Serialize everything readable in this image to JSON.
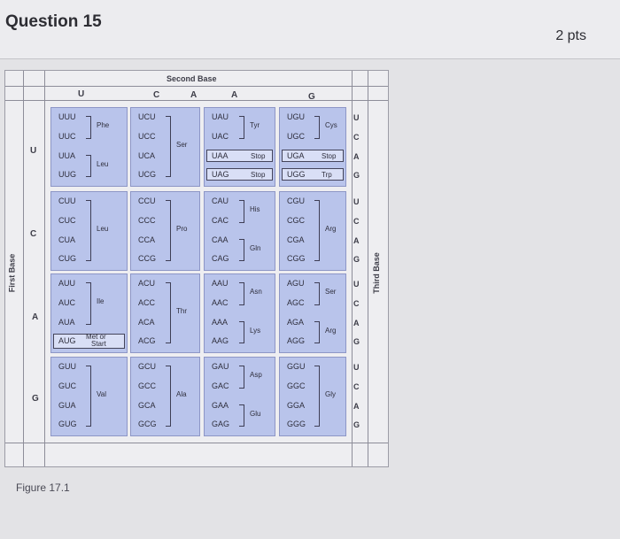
{
  "question": {
    "title": "Question 15",
    "points": "2 pts"
  },
  "figure": {
    "second_base_title": "Second Base",
    "second_base_letters": [
      "U",
      "C",
      "A",
      "A",
      "G"
    ],
    "first_base_title": "First Base",
    "first_base_letters": [
      "U",
      "C",
      "A",
      "G"
    ],
    "third_base_title": "Third Base",
    "third_base_letters": [
      "U",
      "C",
      "A",
      "G"
    ],
    "blocks": {
      "UU": {
        "codons": [
          "UUU",
          "UUC",
          "UUA",
          "UUG"
        ],
        "aa": [
          "Phe",
          "Leu"
        ]
      },
      "UC": {
        "codons": [
          "UCU",
          "UCC",
          "UCA",
          "UCG"
        ],
        "aa": [
          "Ser"
        ]
      },
      "UA": {
        "codons": [
          "UAU",
          "UAC",
          "UAA",
          "UAG"
        ],
        "aa": [
          "Tyr",
          "Stop",
          "Stop"
        ]
      },
      "UG": {
        "codons": [
          "UGU",
          "UGC",
          "UGA",
          "UGG"
        ],
        "aa": [
          "Cys",
          "Stop",
          "Trp"
        ]
      },
      "CU": {
        "codons": [
          "CUU",
          "CUC",
          "CUA",
          "CUG"
        ],
        "aa": [
          "Leu"
        ]
      },
      "CC": {
        "codons": [
          "CCU",
          "CCC",
          "CCA",
          "CCG"
        ],
        "aa": [
          "Pro"
        ]
      },
      "CA": {
        "codons": [
          "CAU",
          "CAC",
          "CAA",
          "CAG"
        ],
        "aa": [
          "His",
          "Gln"
        ]
      },
      "CG": {
        "codons": [
          "CGU",
          "CGC",
          "CGA",
          "CGG"
        ],
        "aa": [
          "Arg"
        ]
      },
      "AU": {
        "codons": [
          "AUU",
          "AUC",
          "AUA",
          "AUG"
        ],
        "aa": [
          "Ile",
          "Met or",
          "Start"
        ]
      },
      "AC": {
        "codons": [
          "ACU",
          "ACC",
          "ACA",
          "ACG"
        ],
        "aa": [
          "Thr"
        ]
      },
      "AA": {
        "codons": [
          "AAU",
          "AAC",
          "AAA",
          "AAG"
        ],
        "aa": [
          "Asn",
          "Lys"
        ]
      },
      "AG": {
        "codons": [
          "AGU",
          "AGC",
          "AGA",
          "AGG"
        ],
        "aa": [
          "Ser",
          "Arg"
        ]
      },
      "GU": {
        "codons": [
          "GUU",
          "GUC",
          "GUA",
          "GUG"
        ],
        "aa": [
          "Val"
        ]
      },
      "GC": {
        "codons": [
          "GCU",
          "GCC",
          "GCA",
          "GCG"
        ],
        "aa": [
          "Ala"
        ]
      },
      "GA": {
        "codons": [
          "GAU",
          "GAC",
          "GAA",
          "GAG"
        ],
        "aa": [
          "Asp",
          "Glu"
        ]
      },
      "GG": {
        "codons": [
          "GGU",
          "GGC",
          "GGA",
          "GGG"
        ],
        "aa": [
          "Gly"
        ]
      }
    },
    "caption": "Figure 17.1"
  }
}
